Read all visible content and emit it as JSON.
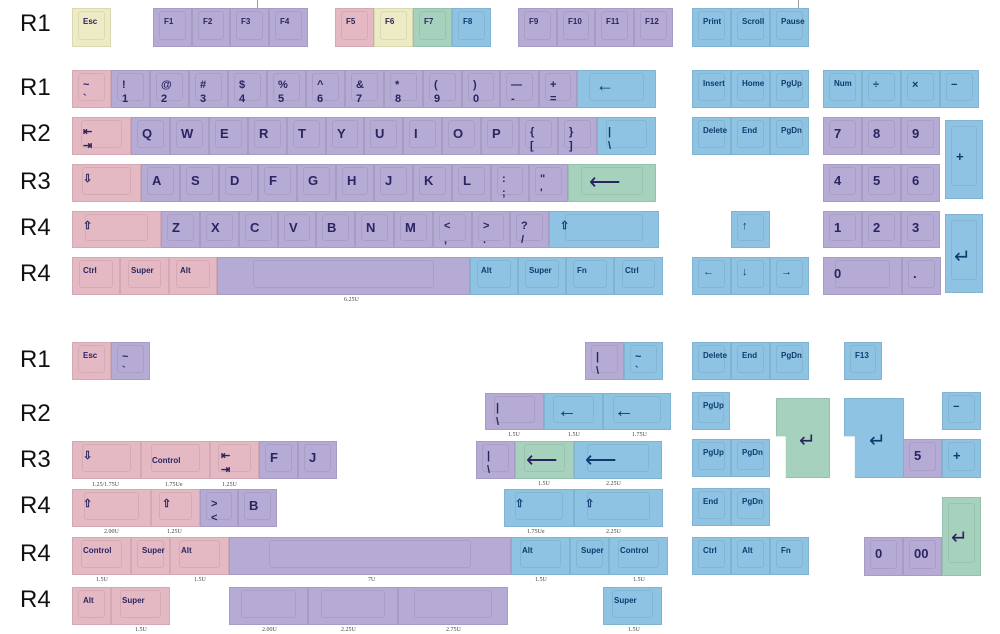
{
  "row_labels": [
    "R1",
    "R1",
    "R2",
    "R3",
    "R4",
    "R4",
    "R1",
    "R2",
    "R3",
    "R4",
    "R4",
    "R4"
  ],
  "colors": {
    "pink": "#e5b9c3",
    "purple": "#b6abd5",
    "blue": "#8ec3e3",
    "green": "#a6d1bd",
    "yellow": "#ecebc3"
  },
  "fn_row": {
    "esc": "Esc",
    "f1": "F1",
    "f2": "F2",
    "f3": "F3",
    "f4": "F4",
    "f5": "F5",
    "f6": "F6",
    "f7": "F7",
    "f8": "F8",
    "f9": "F9",
    "f10": "F10",
    "f11": "F11",
    "f12": "F12",
    "print": "Print",
    "scroll": "Scroll",
    "pause": "Pause"
  },
  "number_row": {
    "grave": "~\n`",
    "keys": [
      "!\n1",
      "@\n2",
      "#\n3",
      "$\n4",
      "%\n5",
      "^\n6",
      "&\n7",
      "*\n8",
      "(\n9",
      ")\n0",
      "—\n-",
      "+\n="
    ],
    "backspace": "←",
    "insert": "Insert",
    "home": "Home",
    "pgup": "PgUp",
    "num": "Num",
    "divide": "÷",
    "multiply": "×",
    "minus": "−"
  },
  "top_row": {
    "tab": "⇤\n⇥",
    "keys": [
      "Q",
      "W",
      "E",
      "R",
      "T",
      "Y",
      "U",
      "I",
      "O",
      "P",
      "{\n[",
      "}\n]"
    ],
    "backslash": "|\n\\",
    "delete": "Delete",
    "end": "End",
    "pgdn": "PgDn",
    "n7": "7",
    "n8": "8",
    "n9": "9",
    "plus": "+"
  },
  "home_row": {
    "caps": "⇩",
    "keys": [
      "A",
      "S",
      "D",
      "F",
      "G",
      "H",
      "J",
      "K",
      "L",
      ":\n;",
      "\"\n'"
    ],
    "enter": "⟵",
    "n4": "4",
    "n5": "5",
    "n6": "6"
  },
  "bottom_row": {
    "lshift": "⇧",
    "keys": [
      "Z",
      "X",
      "C",
      "V",
      "B",
      "N",
      "M",
      "<\n,",
      ">\n.",
      "?\n/"
    ],
    "rshift": "⇧",
    "up": "↑",
    "n1": "1",
    "n2": "2",
    "n3": "3",
    "numenter": "↵"
  },
  "mod_row": {
    "ctrl": "Ctrl",
    "super": "Super",
    "alt": "Alt",
    "ralt": "Alt",
    "rsuper": "Super",
    "fn": "Fn",
    "rctrl": "Ctrl",
    "left": "←",
    "down": "↓",
    "right": "→",
    "n0": "0",
    "dot": ".",
    "space_size": "6.25U"
  },
  "extras": {
    "r1": {
      "esc": "Esc",
      "grave": "~\n`",
      "pipe": "|\n\\",
      "tilde": "~\n`",
      "delete": "Delete",
      "end": "End",
      "pgdn": "PgDn",
      "f13": "F13"
    },
    "r2": {
      "pipe": "|\n\\",
      "bs1": "←",
      "bs2": "←",
      "sizes": [
        "1.5U",
        "1.5U",
        "1.75U"
      ],
      "pgup": "PgUp",
      "iso_enter_green": "↵",
      "iso_enter_blue": "↵",
      "minus": "−"
    },
    "r3": {
      "caps": "⇩",
      "control": "Control",
      "tab": "⇤\n⇥",
      "f": "F",
      "j": "J",
      "left_sizes": [
        "1.25/1.75U",
        "1.75Ue",
        "1.25U"
      ],
      "pipe": "|\n\\",
      "enter1": "⟵",
      "enter2": "⟵",
      "right_sizes": [
        "1.5U",
        "2.25U"
      ],
      "pgup": "PgUp",
      "pgdn": "PgDn",
      "n5": "5",
      "plus": "+"
    },
    "r4a": {
      "shift1": "⇧",
      "shift2": "⇧",
      "iso": ">\n<",
      "b": "B",
      "left_sizes": [
        "2.00U",
        "1.25U"
      ],
      "rshift1": "⇧",
      "rshift2": "⇧",
      "right_sizes": [
        "1.75Ue",
        "2.25U"
      ],
      "end": "End",
      "pgdn": "PgDn",
      "numenter": "↵"
    },
    "r4b": {
      "control": "Control",
      "super": "Super",
      "alt": "Alt",
      "ralt": "Alt",
      "rsuper": "Super",
      "rcontrol": "Control",
      "sizes": [
        "1.5U",
        "1.5U",
        "7U",
        "1.5U",
        "1.5U"
      ],
      "ctrl": "Ctrl",
      "alt2": "Alt",
      "fn": "Fn",
      "n0": "0",
      "n00": "00"
    },
    "r4c": {
      "alt": "Alt",
      "super": "Super",
      "rsuper": "Super",
      "sizes": [
        "1.5U",
        "2.00U",
        "2.25U",
        "2.75U",
        "1.5U"
      ]
    }
  }
}
